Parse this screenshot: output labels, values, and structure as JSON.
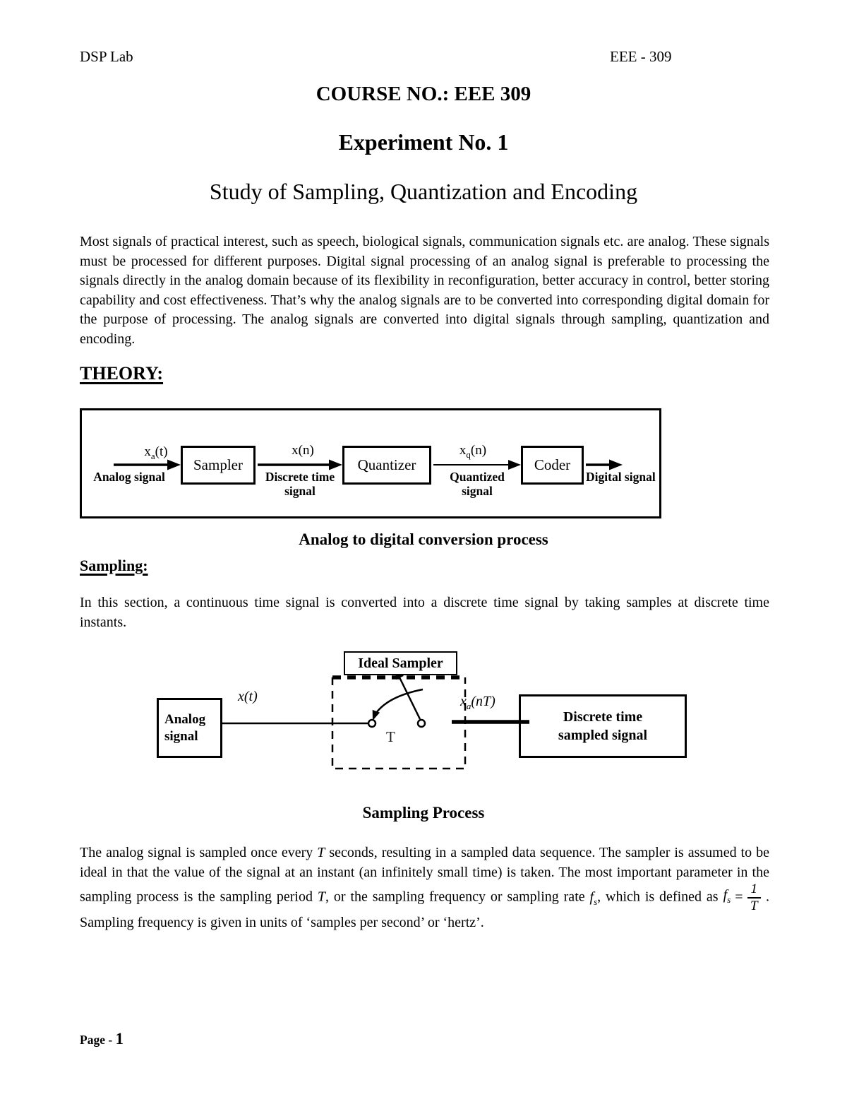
{
  "header": {
    "left": "DSP Lab",
    "right": "EEE - 309"
  },
  "titles": {
    "course": "COURSE NO.: EEE 309",
    "experiment": "Experiment No. 1",
    "subtitle": "Study of Sampling, Quantization and Encoding"
  },
  "intro": {
    "text": "Most signals of practical interest, such as speech, biological signals, communication signals etc. are analog. These signals must be processed for different purposes. Digital signal processing of an analog signal is preferable to processing the signals directly in the analog domain because of its flexibility in reconfiguration, better accuracy in control, better storing capability and cost effectiveness. That’s why the analog signals are to be converted into corresponding digital domain for the purpose of processing. The analog signals are converted into digital signals through sampling, quantization and encoding."
  },
  "theory": {
    "heading": "THEORY:"
  },
  "adc": {
    "blocks": {
      "sampler": "Sampler",
      "quantizer": "Quantizer",
      "coder": "Coder"
    },
    "labels": {
      "input": {
        "base": "x",
        "sub": "a",
        "paren": "(t)"
      },
      "discrete": {
        "base": "x",
        "sub": "",
        "paren": "(n)"
      },
      "quantized": {
        "base": "x",
        "sub": "q",
        "paren": "(n)"
      }
    },
    "captions": {
      "input": "Analog signal",
      "discrete1": "Discrete time",
      "discrete2": "signal",
      "quantized1": "Quantized",
      "quantized2": "signal",
      "output": "Digital signal"
    },
    "caption": "Analog to digital conversion process"
  },
  "sampling": {
    "heading": "Sampling:",
    "paragraph": "In this section, a continuous time signal is converted into a discrete time signal by taking samples at discrete time instants."
  },
  "sampler_diagram": {
    "title": "Ideal Sampler",
    "input_box_line1": "Analog",
    "input_box_line2": "signal",
    "input_label": {
      "base": "x",
      "paren": "(t)"
    },
    "switch_period": "T",
    "output_label": {
      "base": "x",
      "sub": "a",
      "paren": "(nT)"
    },
    "output_box_line1": "Discrete time",
    "output_box_line2": "sampled signal",
    "caption": "Sampling Process"
  },
  "process": {
    "p1": "The analog signal is sampled once every ",
    "t1": "T",
    "p2": " seconds, resulting in a sampled data sequence. The sampler is assumed to be ideal in that the value of the signal at an instant (an infinitely small time) is taken. The most important parameter in the sampling process is the sampling period ",
    "t2": "T",
    "p3": ", or the sampling frequency or sampling rate ",
    "fs_base": "f",
    "fs_sub": "s",
    "p4": ", which is defined as",
    "formula": {
      "base": "f",
      "sub": "s",
      "equals": "=",
      "numerator": "1",
      "denominator": "T"
    },
    "p5": ". Sampling frequency is given in units of ‘samples per second’ or ‘hertz’."
  },
  "footer": {
    "label": "Page - ",
    "number": "1"
  }
}
